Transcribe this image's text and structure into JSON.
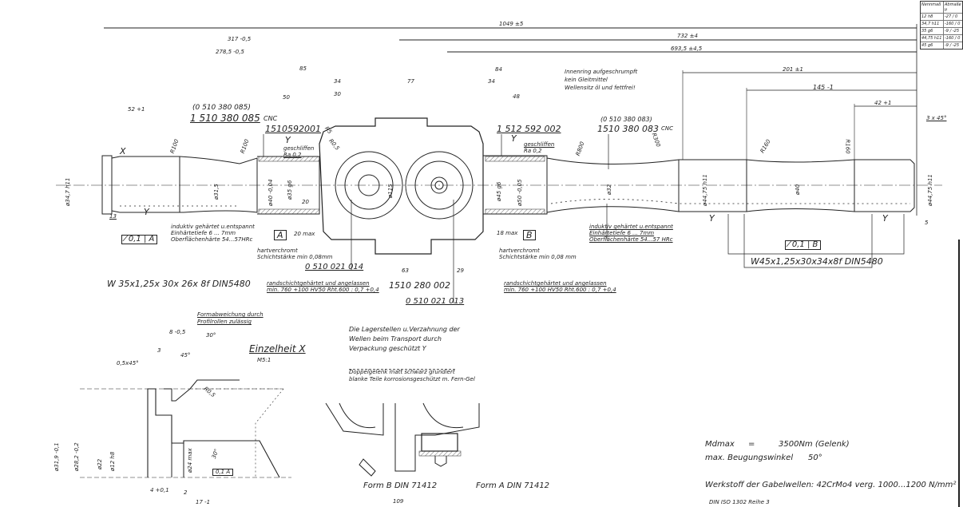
{
  "tolerance_table": {
    "headers": [
      "Nennmaß",
      "Abmaße μ"
    ],
    "rows": [
      {
        "nominal": "12 h8",
        "deviation": "-27 / 0"
      },
      {
        "nominal": "34,7 h11",
        "deviation": "-160 / 0"
      },
      {
        "nominal": "35 g6",
        "deviation": "-9 / -25"
      },
      {
        "nominal": "44,75 h11",
        "deviation": "-160 / 0"
      },
      {
        "nominal": "45 g6",
        "deviation": "-9 / -25"
      }
    ]
  },
  "dimensions": {
    "overall": "1049 ±5",
    "right_732": "732 ±4",
    "right_693": "693,5 ±4,5",
    "left_317": "317 -0,5",
    "left_278": "278,5 -0,5",
    "d85": "85",
    "d34a": "34",
    "d77": "77",
    "d34b": "34",
    "d84": "84",
    "d50": "50",
    "d30": "30",
    "d48": "48",
    "d52": "52 +1",
    "d201": "201 ±1",
    "d145": "145 -1",
    "d42": "42 +1",
    "chamfer_right": "3 x 45°",
    "d13": "13",
    "d5": "5",
    "d63": "63",
    "d29": "29",
    "d20": "20",
    "d20max": "20 max",
    "d18max": "18 max",
    "d109": "109"
  },
  "diameters": {
    "left_end": "ø34,7 h11",
    "left_mid": "ø31,5",
    "left_seat_a": "ø40 -0,04",
    "left_seat_b": "ø35 g6",
    "center_yoke": "ø115",
    "right_seat_a": "ø45 g6",
    "right_seat_b": "ø50 -0,05",
    "right_mid": "ø32",
    "right_shaft": "ø44,75 h11",
    "right_mid2": "ø40",
    "right_end": "ø44,75 h11"
  },
  "radii": {
    "r100a": "R100",
    "r100b": "R100",
    "r800": "R800",
    "r300": "R300",
    "r160a": "R160",
    "r160b": "R160",
    "r5": "R5",
    "r05": "R0,5"
  },
  "part_numbers": {
    "left_spline_old": "(0 510 380 085)",
    "left_spline": "1 510 380 085",
    "left_spline_suffix": "CNC",
    "left_bearing": "1510592001",
    "right_bearing": "1 512 592 002",
    "right_spline_old": "(0 510 380 083)",
    "right_spline": "1510 380 083",
    "right_spline_suffix": "CNC",
    "lube_a": "0 510 021 014",
    "joint": "1510 280 002",
    "lube_b": "0 510 021 013"
  },
  "labels": {
    "detail_marker": "X",
    "y_mark": "Y",
    "datum_a": "A",
    "datum_b": "B",
    "ground_left": "geschliffen",
    "ground_left_ra": "Ra 0,2",
    "ground_right": "geschliffen",
    "ground_right_ra": "Ra 0,2",
    "inner_ring_note_1": "Innenring aufgeschrumpft",
    "inner_ring_note_2": "kein Gleitmittel",
    "inner_ring_note_3": "Wellensitz öl und fettfrei!"
  },
  "notes": {
    "ind_left_1": "induktiv gehärtet u.entspannt",
    "ind_left_2": "Einhärtetiefe  6 ... 7mm",
    "ind_left_3": "Oberflächenhärte  54...57HRc",
    "ind_right_1": "induktiv gehärtet u.entspannt",
    "ind_right_2": "Einhärtetiefe  6 ... 7mm",
    "ind_right_3": "Oberflächenhärte  54...57 HRc",
    "chrome_left_1": "hartverchromt",
    "chrome_left_2": "Schichtstärke  min 0,08mm",
    "chrome_right_1": "hartverchromt",
    "chrome_right_2": "Schichtstärke  min 0,08 mm",
    "case_left_1": "randschichtgehärtet und angelassen",
    "case_left_2": "min. 760 +100 HV50  Rht.600 : 0,7 +0,4",
    "case_right_1": "randschichtgehärtet und angelassen",
    "case_right_2": "min. 760 +100 HV50  Rht.600 : 0,7 +0,4",
    "spline_left": "W 35x1,25x 30x 26x 8f DIN5480",
    "spline_right": "W45x1,25x30x34x8f DIN5480",
    "runout_left": "0,1",
    "runout_right": "0,1",
    "transport_1": "Die Lagerstellen u.Verzahnung der",
    "transport_2": "Wellen beim Transport durch",
    "transport_3": "Verpackung geschützt  Y",
    "paint_1": "Doppelgelenk  matt schwarz grundiert",
    "paint_2": "blanke Teile korrosionsgeschützt m. Fern-Gel"
  },
  "detail_x": {
    "title": "Einzelheit X",
    "scale": "M5:1",
    "note_1": "Formabweichung durch",
    "note_2": "Profilrollen zulässig",
    "d8": "8 -0,5",
    "ang30": "30°",
    "d3": "3",
    "ang45": "45°",
    "chamfer": "0,5x45°",
    "r5": "R0,5",
    "dia1": "ø31,9 -0,1",
    "dia2": "ø28,2 -0,2",
    "dia3": "ø22",
    "dia4": "ø12 h8",
    "dia5": "ø24 max",
    "ang30b": "30°",
    "d4": "4 +0,1",
    "d2": "2",
    "d17": "17 -1",
    "frame_ref": "0,1 A"
  },
  "lube_fittings": {
    "form_b": "Form B  DIN 71412",
    "form_a": "Form A  DIN 71412"
  },
  "specs": {
    "torque_label": "Mdmax",
    "torque_eq": "=",
    "torque_value": "3500Nm  (Gelenk)",
    "angle_label": "max. Beugungswinkel",
    "angle_value": "50°",
    "material": "Werkstoff der Gabelwellen: 42CrMo4  verg. 1000...1200 N/mm²",
    "din_ref": "DIN ISO 1302 Reihe 3"
  }
}
